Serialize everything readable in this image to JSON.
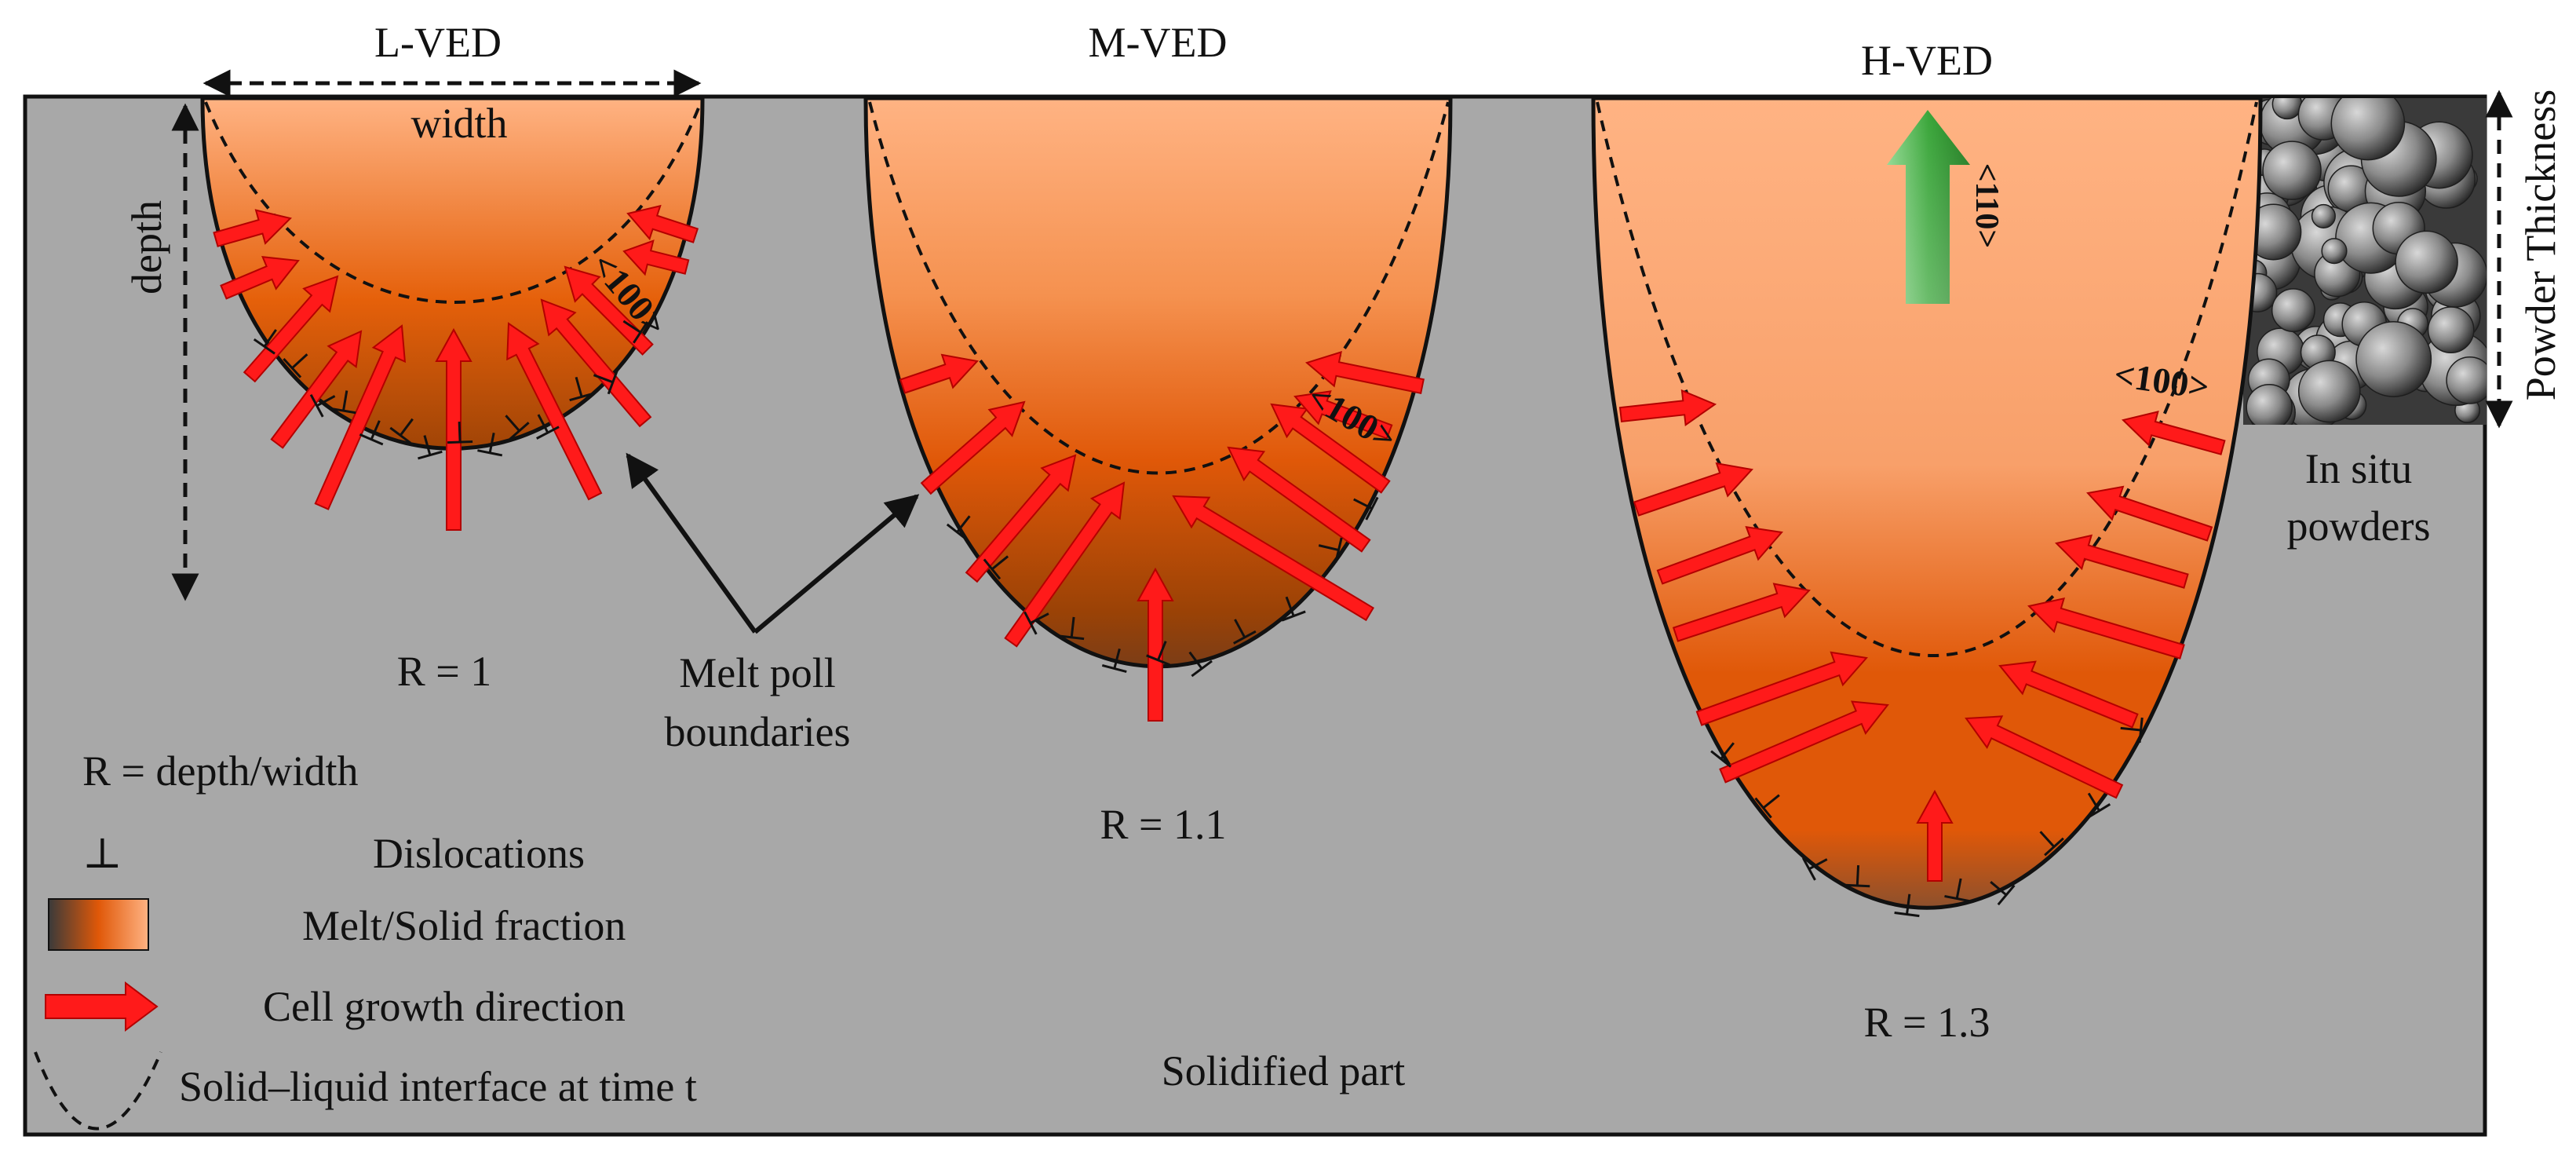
{
  "labels": {
    "l_ved": "L-VED",
    "m_ved": "M-VED",
    "h_ved": "H-VED",
    "width": "width",
    "depth": "depth",
    "powder_thickness": "Powder Thickness",
    "in_situ_line1": "In situ",
    "in_situ_line2": "powders",
    "melt_pool_line1": "Melt poll",
    "melt_pool_line2": "boundaries",
    "solidified_part": "Solidified part",
    "r_low": "R = 1",
    "r_mid": "R = 1.1",
    "r_high": "R = 1.3",
    "dir_100": "<100>",
    "dir_110": "<110>"
  },
  "legend": {
    "ratio": "R = depth/width",
    "dislocation_symbol": "⊥",
    "dislocations": "Dislocations",
    "melt_solid_fraction": "Melt/Solid fraction",
    "cell_growth": "Cell growth direction",
    "interface": "Solid–liquid interface at time t"
  },
  "colors": {
    "solidified": "#a8a8a8",
    "melt_top": "#ffb383",
    "melt_mid": "#e25a05",
    "melt_deep": "#8a3b08",
    "melt_bottom": "#5a5a5a",
    "arrow_red": "#ff1a1a",
    "arrow_green": "#3aa63a"
  }
}
